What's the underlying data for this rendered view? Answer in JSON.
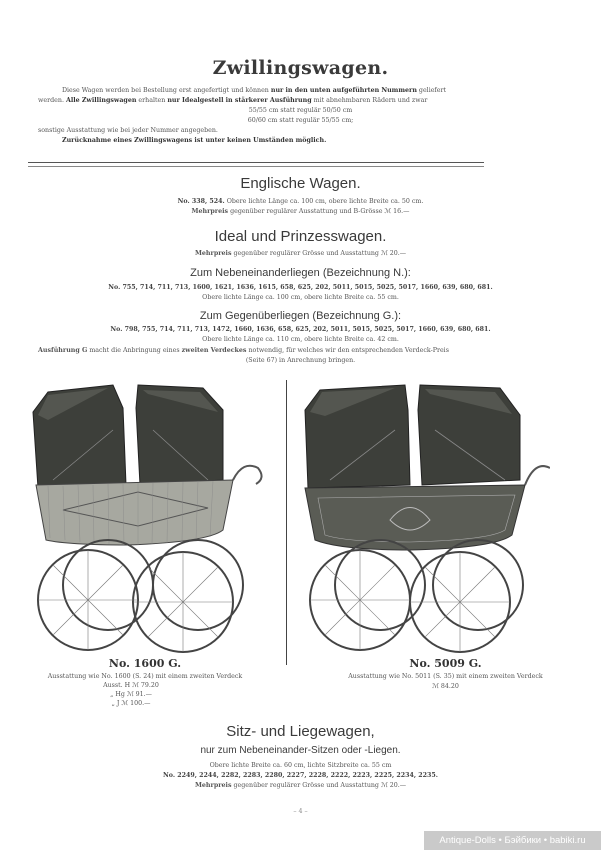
{
  "page": {
    "title": "Zwillingswagen.",
    "intro": {
      "line1_pre": "Diese Wagen werden bei Bestellung erst angefertigt und können ",
      "line1_bold": "nur in den unten aufgeführten Nummern",
      "line1_post": " geliefert",
      "line2_pre": "werden. ",
      "line2_bold1": "Alle Zwillingswagen",
      "line2_mid": " erhalten ",
      "line2_bold2": "nur Idealgestell in stärkerer Ausführung",
      "line2_post": " mit abnehmbaren Rädern und zwar",
      "line3": "55/55 cm statt regulär 50/50 cm",
      "line4": "60/60 cm statt regulär 55/55 cm;",
      "line5": "sonstige Ausstattung wie bei jeder Nummer angegeben.",
      "line6": "Zurücknahme eines Zwillingswagens ist unter keinen Umständen möglich."
    },
    "sections": {
      "englische": {
        "heading": "Englische Wagen.",
        "numbers": "No. 338, 524.",
        "dims": "Obere lichte Länge ca. 100 cm, obere lichte Breite ca. 50 cm.",
        "price_label": "Mehrpreis",
        "price_text": "gegenüber regulärer Ausstattung und B-Grösse ℳ 16.—"
      },
      "ideal": {
        "heading": "Ideal und Prinzesswagen.",
        "price_label": "Mehrpreis",
        "price_text": "gegenüber regulärer Grösse und Ausstattung ℳ 20.—"
      },
      "nebeneinander": {
        "heading": "Zum Nebeneinanderliegen (Bezeichnung N.):",
        "numbers": "No. 755, 714, 711, 713, 1600, 1621, 1636, 1615, 658, 625, 202, 5011, 5015, 5025, 5017, 1660, 639, 680, 681.",
        "dims": "Obere lichte Länge ca. 100 cm, obere lichte Breite ca. 55 cm."
      },
      "gegenueber": {
        "heading": "Zum Gegenüberliegen (Bezeichnung G.):",
        "numbers": "No. 798, 755, 714, 711, 713, 1472, 1660, 1636, 658, 625, 202, 5011, 5015, 5025, 5017, 1660, 639, 680, 681.",
        "dims": "Obere lichte Länge ca. 110 cm, obere lichte Breite ca. 42 cm.",
        "note_bold": "Ausführung G",
        "note_mid": " macht die Anbringung eines ",
        "note_bold2": "zweiten Verdeckes",
        "note_post": " notwendig, für welches wir den entsprechenden Verdeck-Preis",
        "note_line2": "(Seite 67) in Anrechnung bringen."
      }
    },
    "products": [
      {
        "name": "No. 1600 G.",
        "desc": "Ausstattung wie No. 1600 (S. 24) mit einem zweiten Verdeck",
        "prices": [
          "Ausst. H  ℳ  79.20",
          "„    Hg  ℳ  91.—",
          "„    J   ℳ  100.—"
        ]
      },
      {
        "name": "No. 5009 G.",
        "desc": "Ausstattung wie No. 5011 (S. 35) mit einem zweiten Verdeck",
        "prices": [
          "ℳ 84.20"
        ]
      }
    ],
    "sitz": {
      "heading": "Sitz- und Liegewagen,",
      "subheading": "nur zum Nebeneinander-Sitzen oder -Liegen.",
      "dims": "Obere lichte Breite ca. 60 cm, lichte Sitzbreite ca. 55 cm",
      "numbers": "No. 2249, 2244, 2282, 2283, 2280, 2227, 2228, 2222, 2223, 2225, 2234, 2235.",
      "price_label": "Mehrpreis",
      "price_text": "gegenüber regulärer Grösse und Ausstattung ℳ 20.—"
    },
    "page_number": "– 4 –",
    "watermark": "Antique-Dolls • Бэйбики • babiki.ru"
  }
}
